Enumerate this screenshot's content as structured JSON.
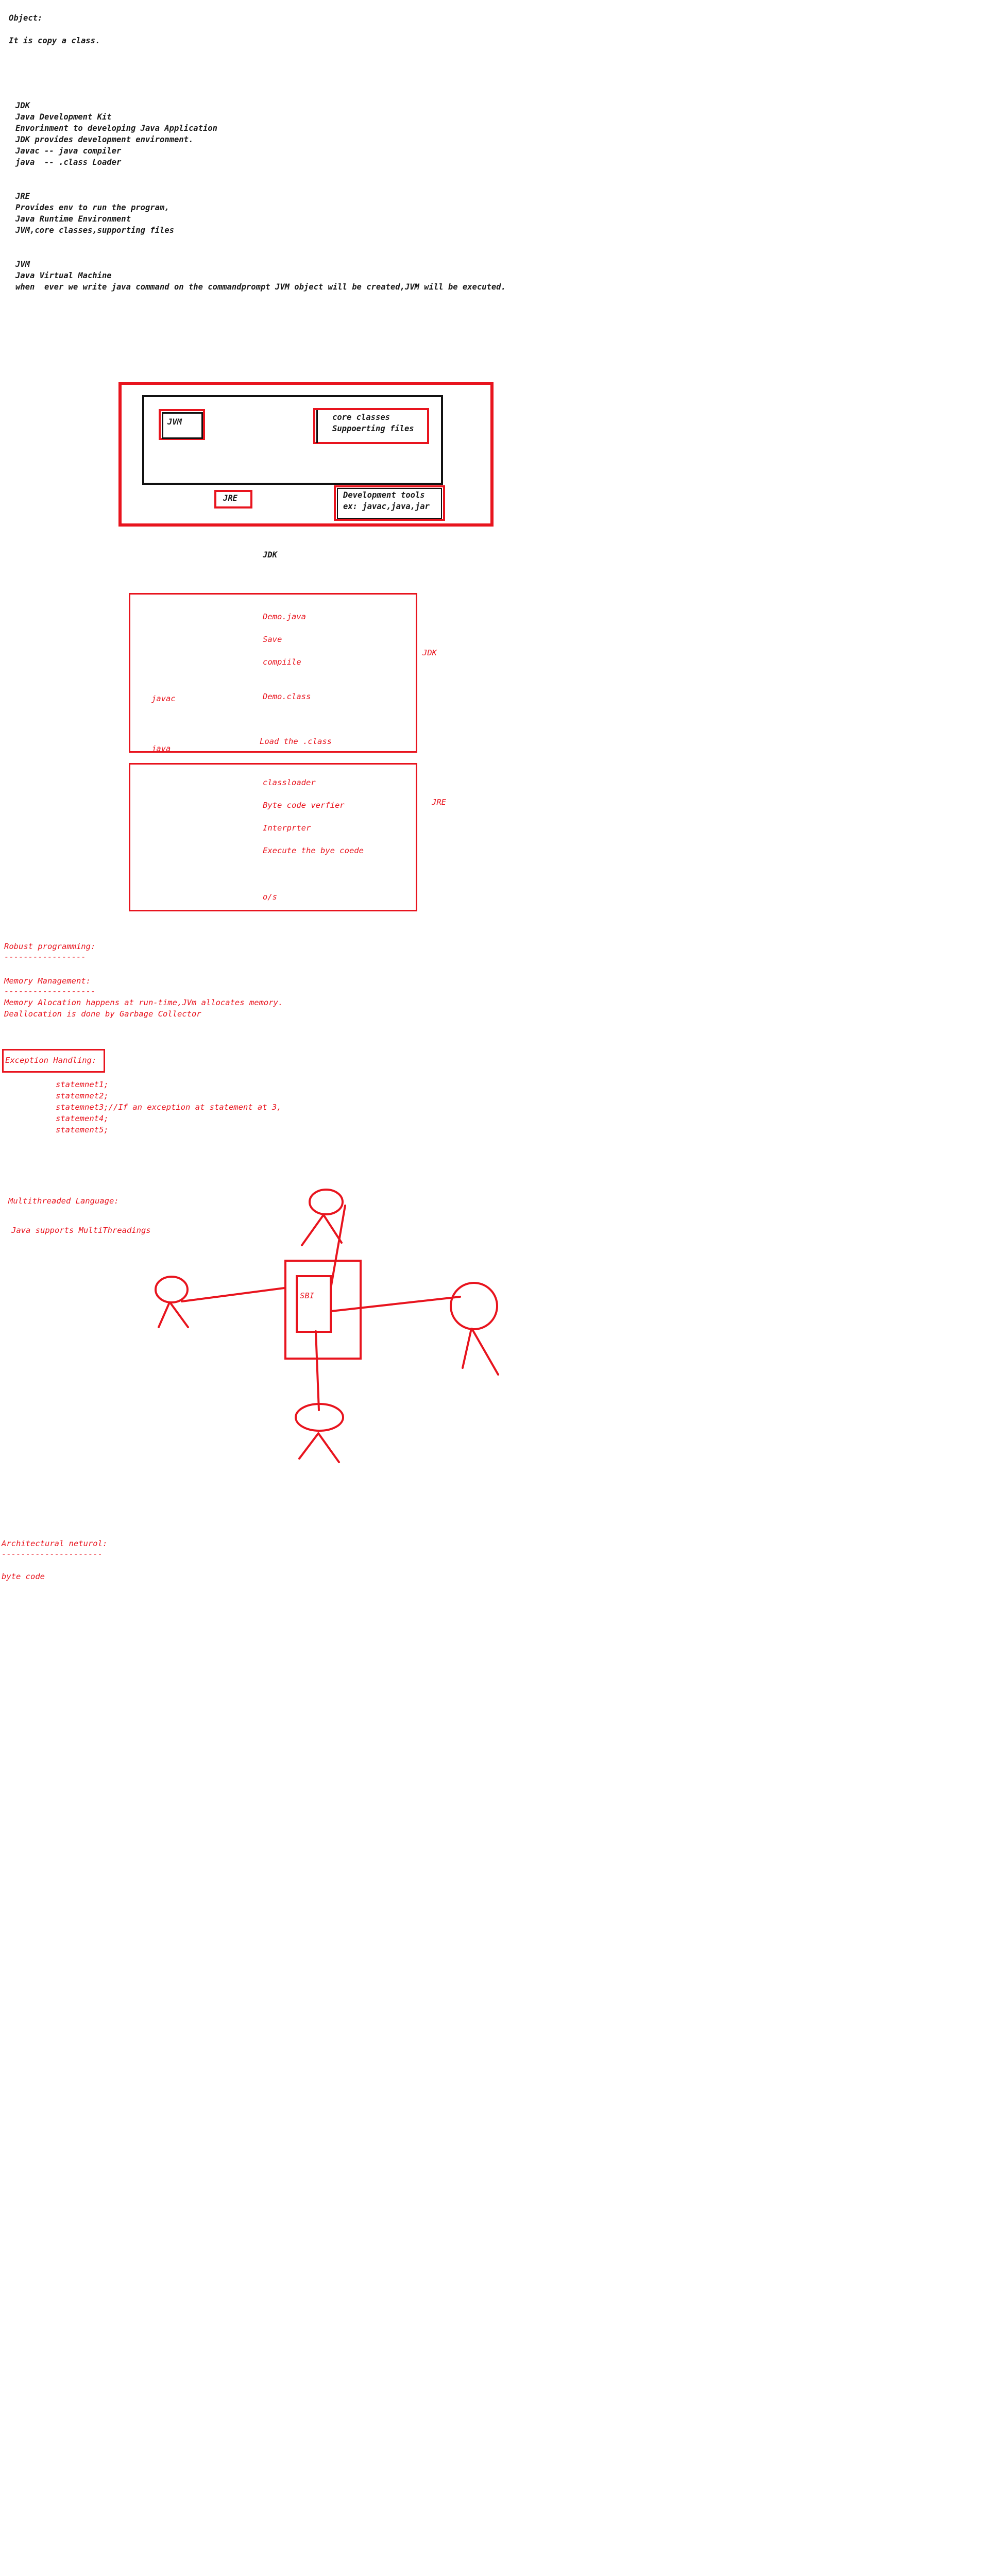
{
  "intro": {
    "object_heading": "Object:",
    "object_text": "It is copy a class."
  },
  "jdk_notes": [
    "JDK",
    "Java Development Kit",
    "Envorinment to developing Java Application",
    "JDK provides development environment.",
    "Javac -- java compiler",
    "java  -- .class Loader"
  ],
  "jre_notes": [
    "JRE",
    "Provides env to run the program,",
    "Java Runtime Environment",
    "JVM,core classes,supporting files"
  ],
  "jvm_notes": [
    "JVM",
    "Java Virtual Machine",
    "when  ever we write java command on the commandprompt JVM object will be created,JVM will be executed."
  ],
  "architecture_diagram": {
    "jvm_label": "JVM",
    "core_classes_lines": [
      "core classes",
      "Suppoerting files"
    ],
    "jre_label": "JRE",
    "dev_tools_lines": [
      "Development tools",
      "ex: javac,java,jar"
    ],
    "caption": "JDK"
  },
  "flow_diagram": {
    "jdk_steps": [
      "Demo.java",
      "Save",
      "compiile",
      "Demo.class"
    ],
    "javac_label": "javac",
    "java_label": "java",
    "load_label": "Load the .class",
    "jdk_side_label": "JDK",
    "jre_steps": [
      "classloader",
      "Byte code verfier",
      "Interprter",
      "Execute the bye coede"
    ],
    "os_label": "o/s",
    "jre_side_label": "JRE"
  },
  "robust": {
    "heading": "Robust programming:",
    "underline": "-----------------"
  },
  "memory": {
    "heading": "Memory Management:",
    "underline": "-------------------",
    "lines": [
      "Memory Alocation happens at run-time,JVm allocates memory.",
      "Deallocation is done by Garbage Collector"
    ]
  },
  "exceptions": {
    "heading": "Exception Handling:",
    "statements": [
      "statemnet1;",
      "statemnet2;",
      "statemnet3;//If an exception at statement at 3,",
      "statement4;",
      "statement5;"
    ]
  },
  "multithread": {
    "heading": "Multithreaded Language:",
    "text": "Java supports MultiThreadings",
    "bank_label": "SBI"
  },
  "architecture_neutral": {
    "heading": "Architectural neturol:",
    "underline": "---------------------",
    "text": "byte code"
  },
  "colors": {
    "ink": "#1a1a1a",
    "red_ink": "#e8141e",
    "background": "#ffffff"
  }
}
